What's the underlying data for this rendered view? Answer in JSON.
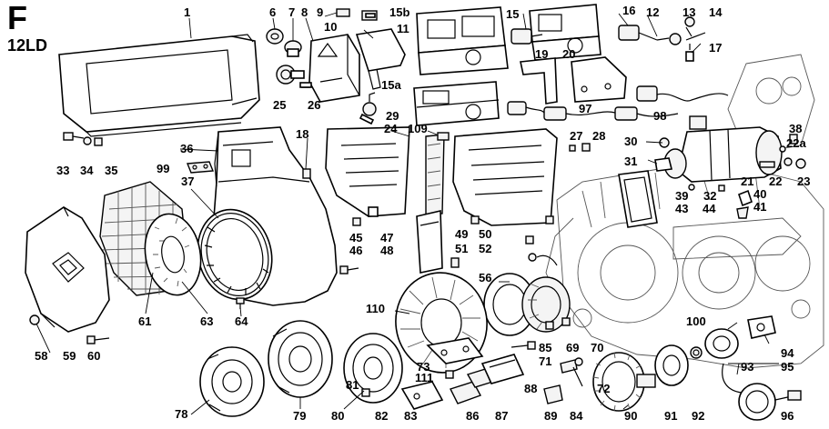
{
  "section_letter": "F",
  "engine_model": "12LD",
  "callouts": {
    "c1": "1",
    "c6": "6",
    "c7": "7",
    "c8": "8",
    "c9": "9",
    "c15b": "15b",
    "c10": "10",
    "c11": "11",
    "c15": "15",
    "c16": "16",
    "c12": "12",
    "c13": "13",
    "c14": "14",
    "c17": "17",
    "c19": "19",
    "c20": "20",
    "c15a": "15a",
    "c25": "25",
    "c26": "26",
    "c29": "29",
    "c97": "97",
    "c98": "98",
    "c33": "33",
    "c34": "34",
    "c35": "35",
    "c36": "36",
    "c18": "18",
    "c24": "24",
    "c109": "109",
    "c27": "27",
    "c28": "28",
    "c30": "30",
    "c38": "38",
    "c22a": "22a",
    "c99": "99",
    "c37": "37",
    "c31": "31",
    "c21": "21",
    "c22": "22",
    "c23": "23",
    "c39": "39",
    "c32": "32",
    "c40": "40",
    "c43": "43",
    "c44": "44",
    "c41": "41",
    "c45": "45",
    "c47": "47",
    "c49": "49",
    "c50": "50",
    "c46": "46",
    "c48": "48",
    "c51": "51",
    "c52": "52",
    "c56": "56",
    "c61": "61",
    "c63": "63",
    "c64": "64",
    "c110": "110",
    "c58": "58",
    "c59": "59",
    "c60": "60",
    "c100": "100",
    "c94": "94",
    "c85": "85",
    "c69": "69",
    "c70": "70",
    "c73": "73",
    "c71": "71",
    "c93": "93",
    "c95": "95",
    "c111": "111",
    "c78": "78",
    "c79": "79",
    "c80": "80",
    "c81": "81",
    "c82": "82",
    "c83": "83",
    "c86": "86",
    "c87": "87",
    "c88": "88",
    "c89": "89",
    "c84": "84",
    "c72": "72",
    "c90": "90",
    "c91": "91",
    "c92": "92",
    "c96": "96"
  }
}
